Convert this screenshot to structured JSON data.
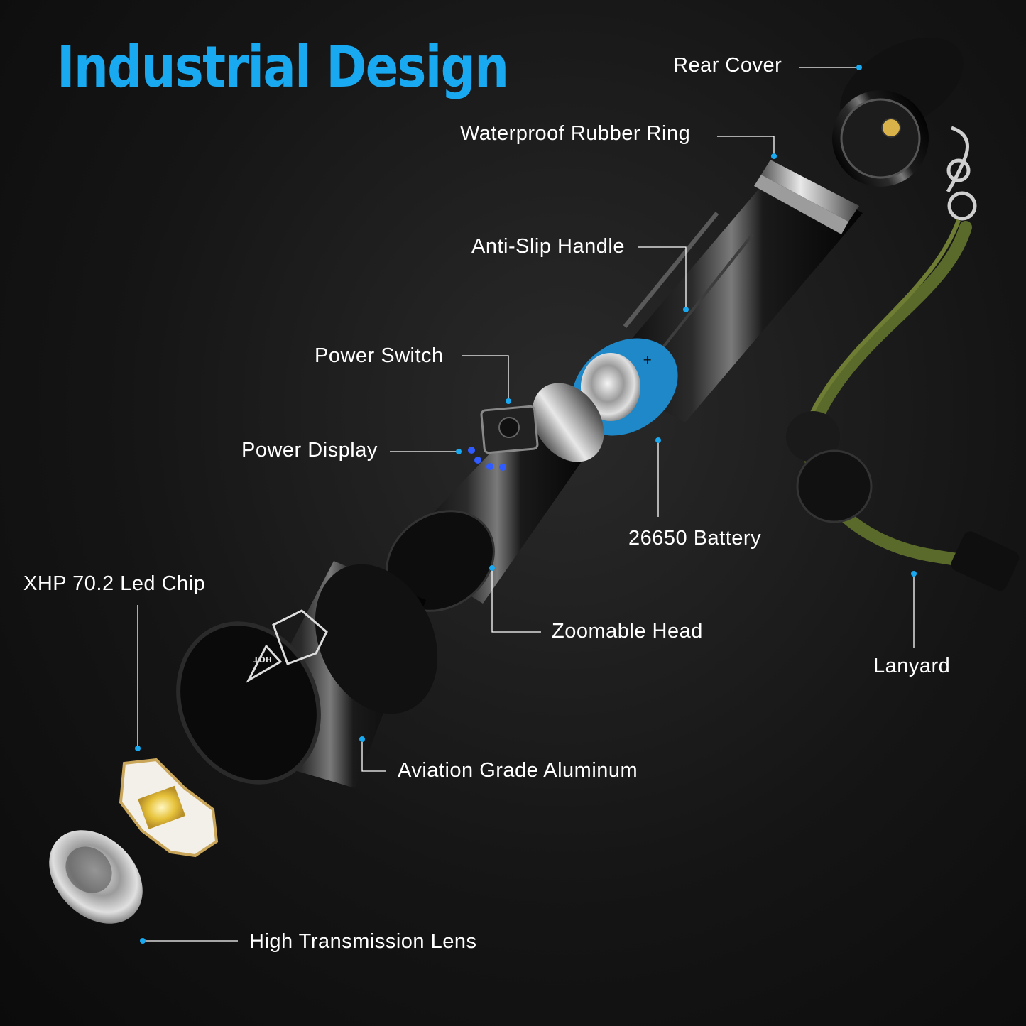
{
  "title": "Industrial Design",
  "accent_color": "#19a9f0",
  "callouts": {
    "rear_cover": "Rear Cover",
    "rubber_ring": "Waterproof Rubber Ring",
    "handle": "Anti-Slip Handle",
    "power_switch": "Power Switch",
    "power_display": "Power Display",
    "battery": "26650 Battery",
    "zoom_head": "Zoomable Head",
    "lanyard": "Lanyard",
    "led_chip": "XHP 70.2 Led Chip",
    "aluminum": "Aviation Grade Aluminum",
    "lens": "High Transmission Lens"
  },
  "hot_mark": "HOT"
}
